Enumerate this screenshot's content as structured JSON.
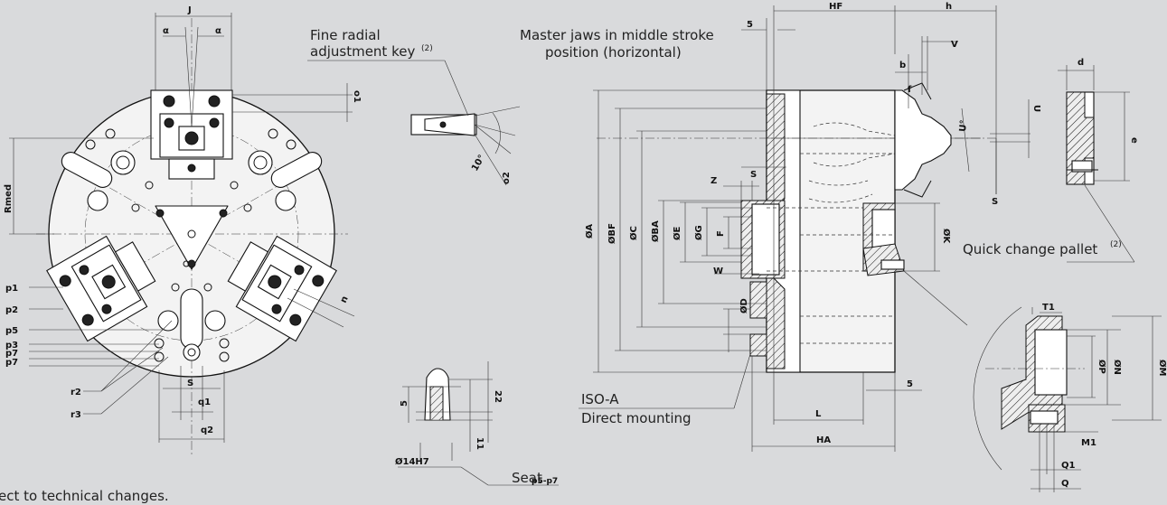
{
  "annotations": {
    "fine_radial_line1": "Fine radial",
    "fine_radial_line2": "adjustment key",
    "fine_radial_sup": "(2)",
    "master_jaws_line1": "Master jaws in middle stroke",
    "master_jaws_line2": "position (horizontal)",
    "quick_change": "Quick change pallet",
    "quick_change_sup": "(2)",
    "iso_a": "ISO-A",
    "direct_mounting": "Direct mounting",
    "seat": "Seat",
    "seat_ref": "p5-p7",
    "footer": "ect to technical changes."
  },
  "labels": {
    "J": "J",
    "alpha_l": "α",
    "alpha_r": "α",
    "o1": "o1",
    "o2": "o2",
    "ten_deg": "10°",
    "rmed": "Rmed",
    "p1": "p1",
    "p2": "p2",
    "p5": "p5",
    "p3": "p3",
    "p7a": "p7",
    "p7b": "p7",
    "r2": "r2",
    "r3": "r3",
    "S": "S",
    "q1": "q1",
    "q2": "q2",
    "n": "n",
    "five_top": "5",
    "HF": "HF",
    "h": "h",
    "b": "b",
    "f": "f",
    "V": "V",
    "U": "U",
    "Udeg": "U°",
    "S_right": "S",
    "S_mid": "S",
    "Z": "Z",
    "dA": "ØA",
    "dBF": "ØBF",
    "dC": "ØC",
    "dBA": "ØBA",
    "dE": "ØE",
    "dG": "ØG",
    "F": "F",
    "W": "W",
    "dD": "ØD",
    "dK": "ØK",
    "L": "L",
    "HA": "HA",
    "five_bottom": "5",
    "d": "d",
    "e": "e",
    "T1": "T1",
    "dP": "ØP",
    "dN": "ØN",
    "dM": "ØM",
    "M1": "M1",
    "Q1": "Q1",
    "Q": "Q",
    "five_seat": "5",
    "twentytwo": "22",
    "eleven": "11",
    "d14": "Ø14H7"
  }
}
